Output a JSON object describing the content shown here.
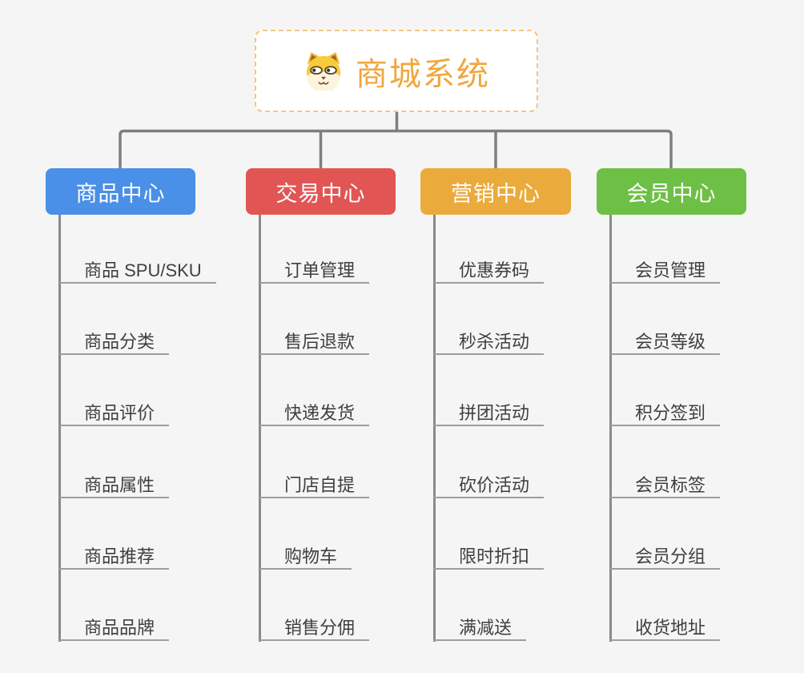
{
  "root": {
    "title": "商城系统",
    "icon": "shiba-dog"
  },
  "branches": [
    {
      "label": "商品中心",
      "color": "#4a8fe8",
      "children": [
        "商品 SPU/SKU",
        "商品分类",
        "商品评价",
        "商品属性",
        "商品推荐",
        "商品品牌"
      ]
    },
    {
      "label": "交易中心",
      "color": "#e15654",
      "children": [
        "订单管理",
        "售后退款",
        "快递发货",
        "门店自提",
        "购物车",
        "销售分佣"
      ]
    },
    {
      "label": "营销中心",
      "color": "#eaaa3c",
      "children": [
        "优惠券码",
        "秒杀活动",
        "拼团活动",
        "砍价活动",
        "限时折扣",
        "满减送"
      ]
    },
    {
      "label": "会员中心",
      "color": "#6ebf46",
      "children": [
        "会员管理",
        "会员等级",
        "积分签到",
        "会员标签",
        "会员分组",
        "收货地址"
      ]
    }
  ],
  "colors": {
    "background": "#f5f5f6",
    "root_text": "#f0a73e",
    "root_border": "#f6c57c",
    "connector": "#7e7e7e",
    "leaf_line": "#9e9e9e",
    "leaf_text": "#3f3f3f"
  }
}
